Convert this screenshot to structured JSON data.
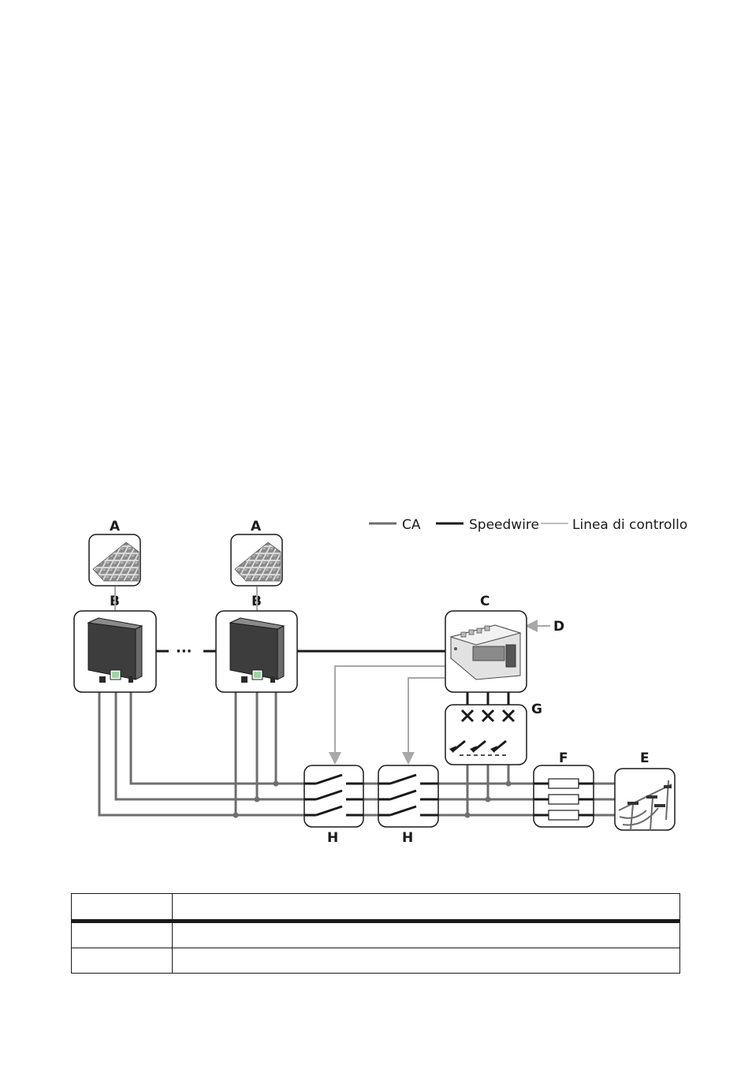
{
  "legend": {
    "ac": "CA",
    "speedwire": "Speedwire",
    "control": "Linea di controllo"
  },
  "labels": {
    "a1": "A",
    "a2": "A",
    "b1": "B",
    "b2": "B",
    "c": "C",
    "d": "D",
    "e": "E",
    "f": "F",
    "g": "G",
    "h1": "H",
    "h2": "H",
    "dots": "···"
  },
  "colors": {
    "ac_line": "#6e6e6e",
    "speedwire_line": "#1a1a1a",
    "control_line": "#a8a8a8"
  },
  "table": {
    "rows": [
      {
        "key": "",
        "value": ""
      },
      {
        "key": "",
        "value": ""
      },
      {
        "key": "",
        "value": ""
      }
    ]
  }
}
